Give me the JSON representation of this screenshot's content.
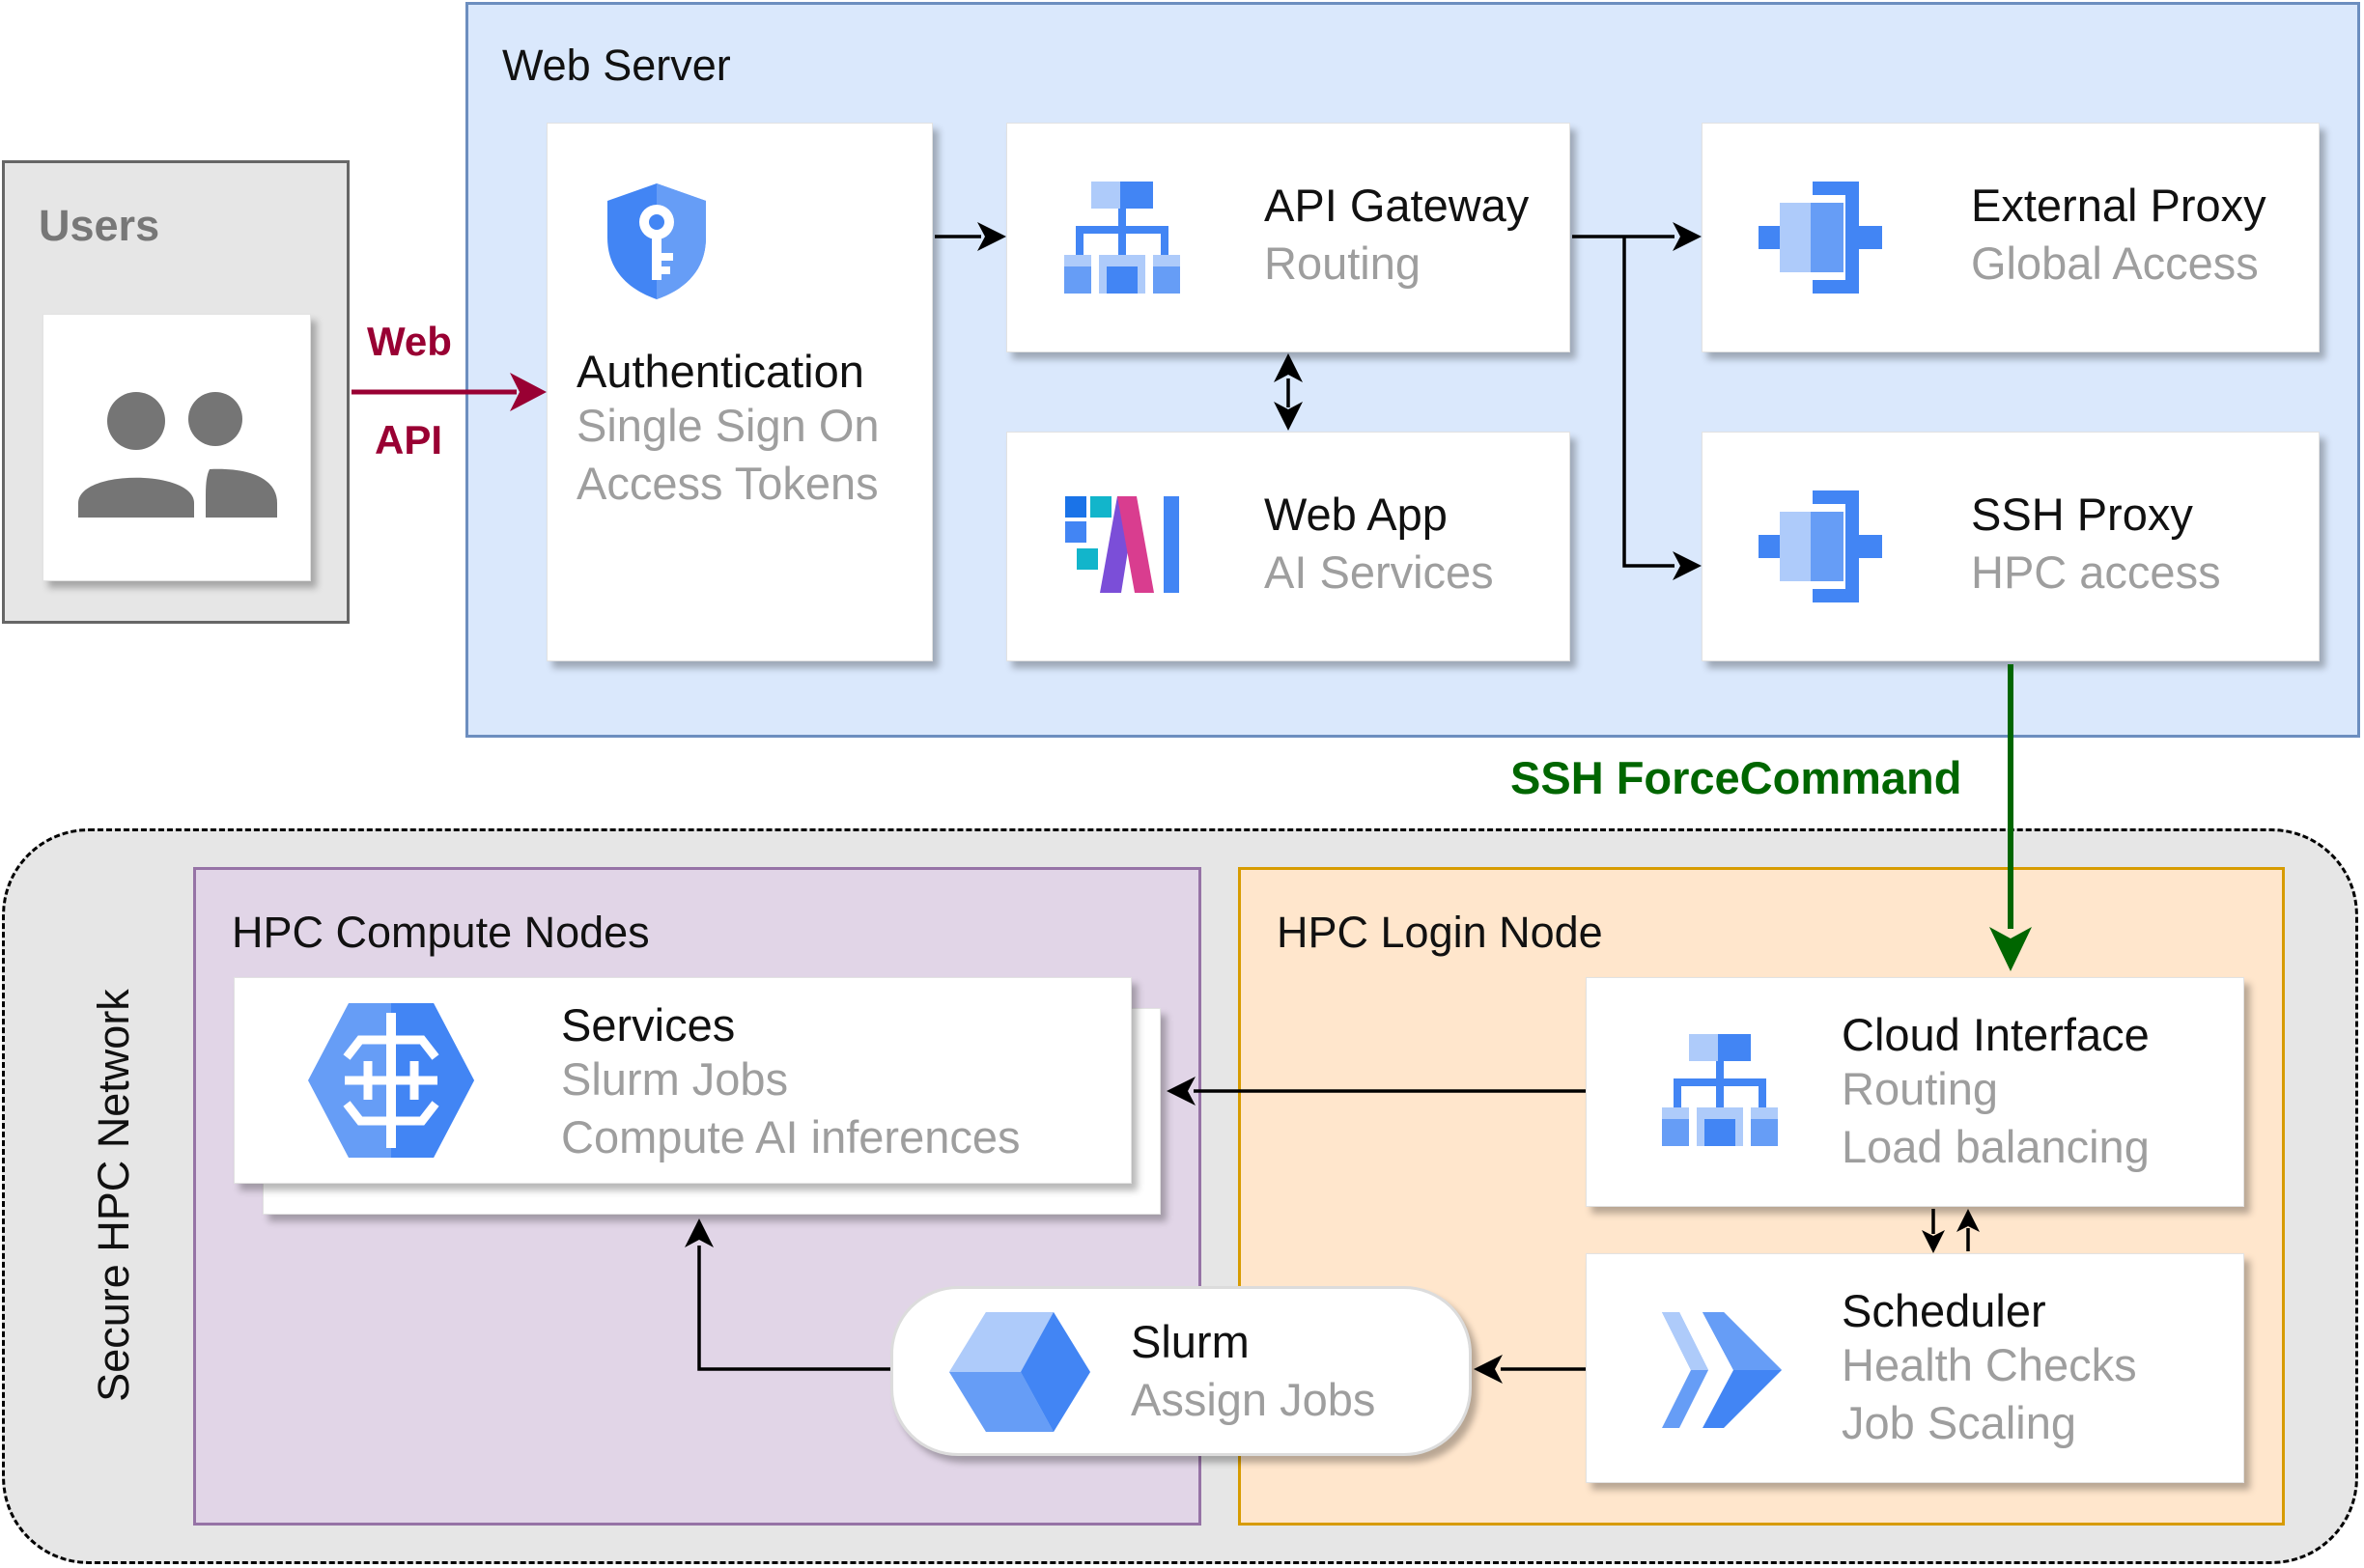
{
  "zones": {
    "web_server": "Web Server",
    "users": "Users",
    "secure_network": "Secure HPC Network",
    "compute_nodes": "HPC Compute Nodes",
    "login_node": "HPC Login Node"
  },
  "edges": {
    "web": "Web",
    "api": "API",
    "ssh_forcecommand": "SSH ForceCommand"
  },
  "nodes": {
    "authentication": {
      "title": "Authentication",
      "lines": [
        "Single Sign On",
        "Access Tokens"
      ],
      "icon": "key-shield-icon"
    },
    "api_gateway": {
      "title": "API Gateway",
      "lines": [
        "Routing"
      ],
      "icon": "network-hierarchy-icon"
    },
    "web_app": {
      "title": "Web App",
      "lines": [
        "AI Services"
      ],
      "icon": "ai-services-icon"
    },
    "external_proxy": {
      "title": "External Proxy",
      "lines": [
        "Global Access"
      ],
      "icon": "proxy-icon"
    },
    "ssh_proxy": {
      "title": "SSH Proxy",
      "lines": [
        "HPC access"
      ],
      "icon": "proxy-icon"
    },
    "services": {
      "title": "Services",
      "lines": [
        "Slurm Jobs",
        "Compute AI inferences"
      ],
      "icon": "ai-brain-icon"
    },
    "slurm": {
      "title": "Slurm",
      "lines": [
        "Assign Jobs"
      ],
      "icon": "cube-icon"
    },
    "cloud_interface": {
      "title": "Cloud Interface",
      "lines": [
        "Routing",
        "Load balancing"
      ],
      "icon": "network-hierarchy-icon"
    },
    "scheduler": {
      "title": "Scheduler",
      "lines": [
        "Health Checks",
        "Job Scaling"
      ],
      "icon": "chevrons-icon"
    }
  },
  "colors": {
    "web_zone_fill": "#dae8fc",
    "web_zone_border": "#6c8ebf",
    "compute_fill": "#e1d5e7",
    "login_fill": "#ffe6cc",
    "user_edge": "#990033",
    "ssh_edge": "#006600",
    "icon_blue": "#4285f4",
    "icon_light_blue": "#aecbfa",
    "subtitle_gray": "#9e9e9e"
  }
}
